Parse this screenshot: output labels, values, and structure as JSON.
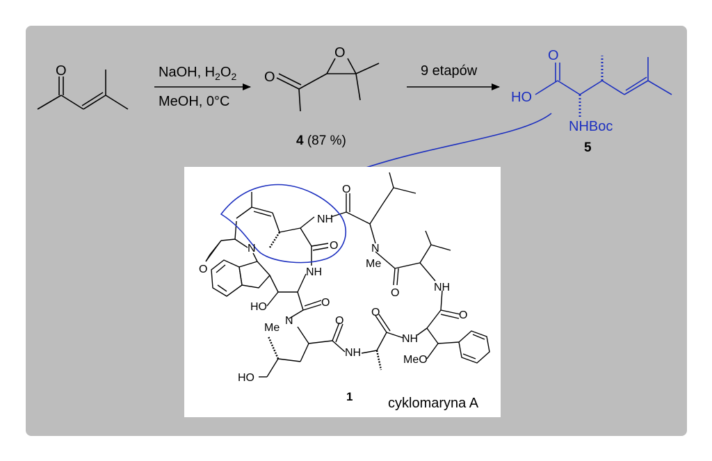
{
  "scheme": {
    "step1": {
      "above": "NaOH, H",
      "above_sub": "2",
      "above_tail": "O",
      "above_sub2": "2",
      "below": "MeOH, 0°C"
    },
    "step2": {
      "above": "9 etapów"
    },
    "epoxide": {
      "atom_O": "O",
      "ketone_O": "O",
      "label_num": "4",
      "label_yield": " (87 %)"
    },
    "enone": {
      "ketone_O": "O"
    },
    "amino_acid": {
      "atom_O": "O",
      "HO": "HO",
      "NHBoc": "NHBoc",
      "label_num": "5"
    },
    "cyclomarin": {
      "NH_top": "NH",
      "O_top": "O",
      "O_amide": "O",
      "N_Me": "N",
      "Me1": "Me",
      "O_val": "O",
      "NH_val": "NH",
      "NH_trp": "NH",
      "N_indole": "N",
      "O_epox": "O",
      "HO_trp": "HO",
      "O_trp": "O",
      "O_phe": "O",
      "Me2": "Me",
      "N2": "N",
      "O_ala": "O",
      "O_ala2": "O",
      "NH_ala": "NH",
      "NH_phe": "NH",
      "MeO": "MeO",
      "HO_leu": "HO",
      "label_num": "1",
      "label_name": "cyklomaryna A"
    },
    "colors": {
      "panel": "#bdbdbd",
      "highlight": "#1c2fbf",
      "ink": "#000000"
    }
  }
}
